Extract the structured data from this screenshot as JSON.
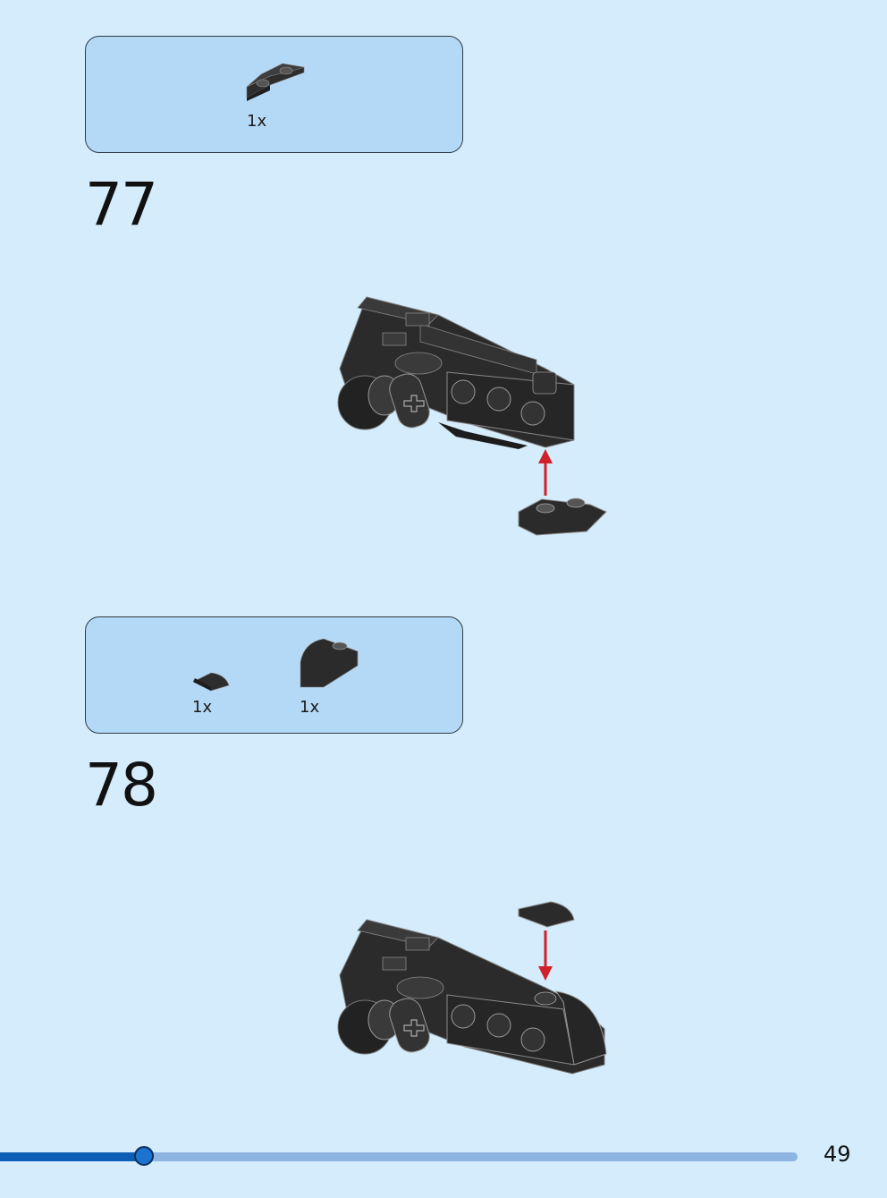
{
  "steps": [
    {
      "number": "77",
      "parts": [
        {
          "qty": "1x",
          "icon": "inverted-slope-plate-icon"
        }
      ]
    },
    {
      "number": "78",
      "parts": [
        {
          "qty": "1x",
          "icon": "quarter-tile-round-icon"
        },
        {
          "qty": "1x",
          "icon": "curved-slope-brick-icon"
        }
      ]
    }
  ],
  "page": {
    "number": "49",
    "progress_percent": 18
  },
  "colors": {
    "background": "#d4ecfb",
    "parts_box": "#b4d9f6",
    "brick": "#2b2b2b",
    "arrow": "#d0202a",
    "progress": "#0d5fb5"
  }
}
